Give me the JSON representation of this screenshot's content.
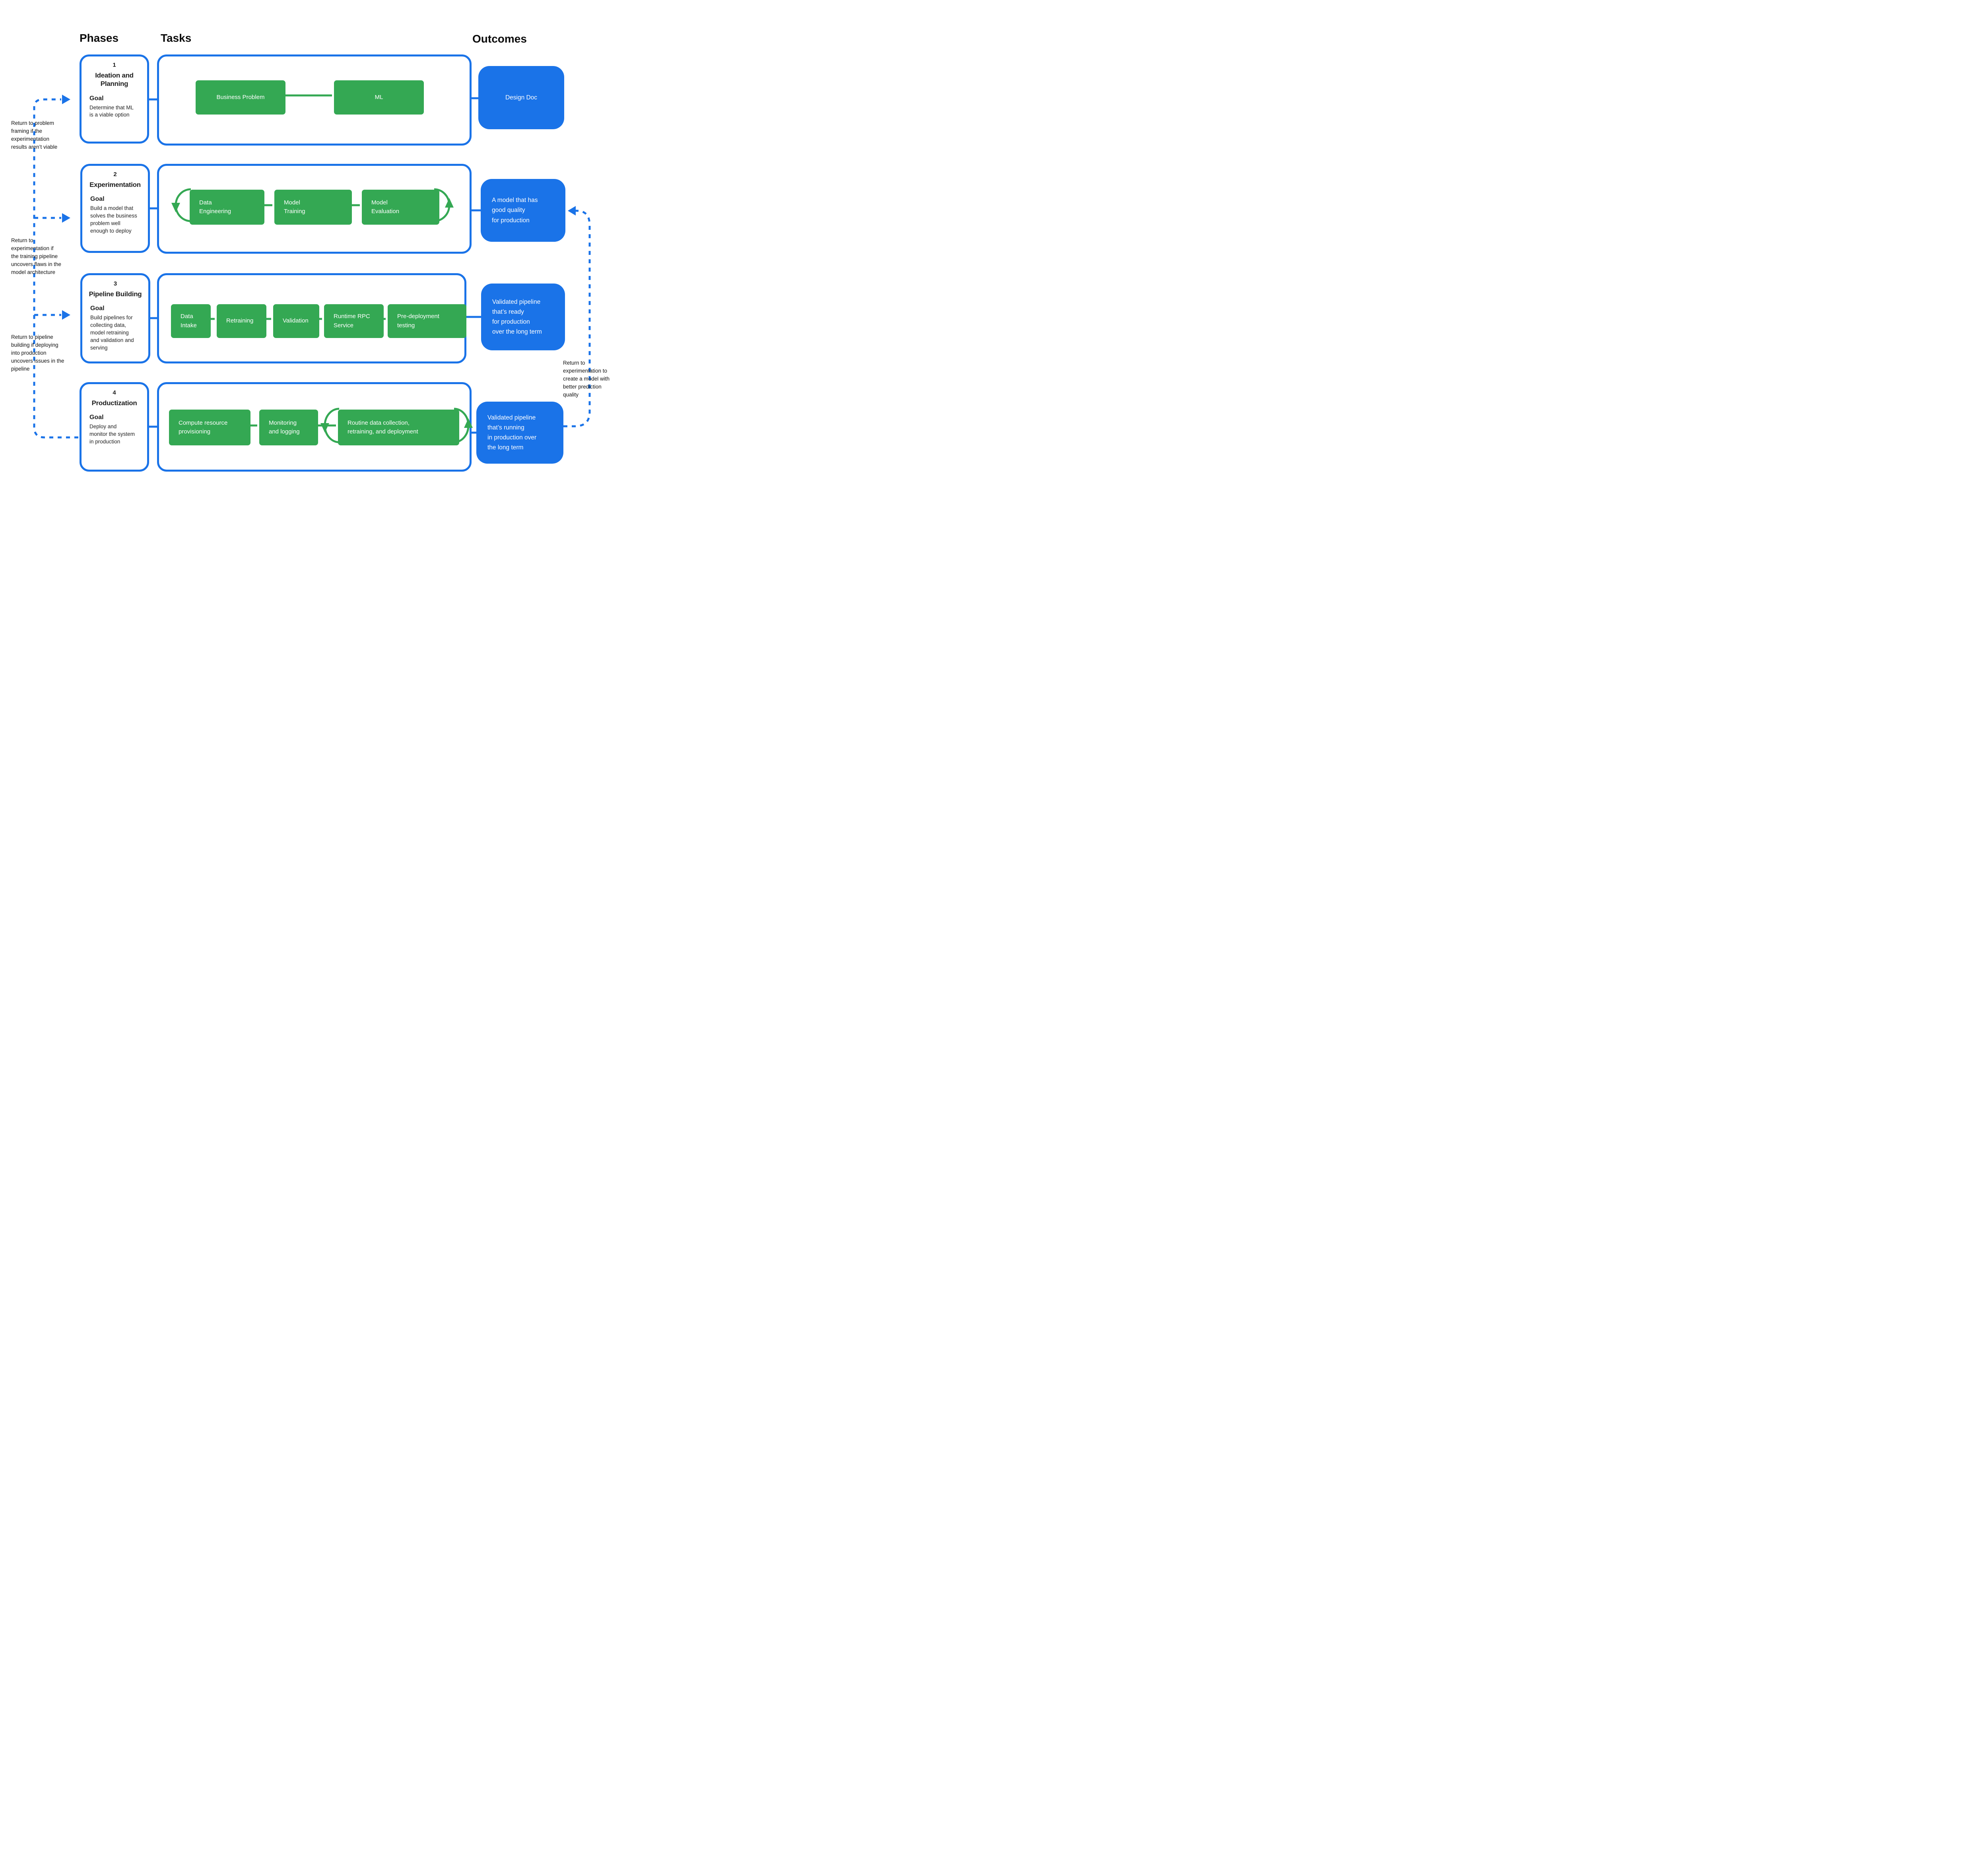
{
  "palette": {
    "accent_blue": "#1a73e8",
    "accent_green": "#34a853",
    "text_black": "#1f1f1f",
    "box_text_white": "#ffffff"
  },
  "headers": {
    "phases": "Phases",
    "tasks": "Tasks",
    "outcomes": "Outcomes"
  },
  "phases": [
    {
      "number": "1",
      "title": "Ideation and\nPlanning",
      "goal_label": "Goal",
      "goal_text": "Determine that ML\nis a viable option"
    },
    {
      "number": "2",
      "title": "Experimentation",
      "goal_label": "Goal",
      "goal_text": "Build a model that\nsolves the business\nproblem well\nenough to deploy"
    },
    {
      "number": "3",
      "title": "Pipeline Building",
      "goal_label": "Goal",
      "goal_text": "Build pipelines for\ncollecting data,\nmodel retraining\nand validation and\nserving"
    },
    {
      "number": "4",
      "title": "Productization",
      "goal_label": "Goal",
      "goal_text": "Deploy and\nmonitor the system\nin production"
    }
  ],
  "task_rows": [
    {
      "items": [
        "Business Problem",
        "ML"
      ]
    },
    {
      "items": [
        "Data\nEngineering",
        "Model\nTraining",
        "Model\nEvaluation"
      ]
    },
    {
      "items": [
        "Data\nIntake",
        "Retraining",
        "Validation",
        "Runtime RPC\nService",
        "Pre-deployment\ntesting"
      ]
    },
    {
      "items": [
        "Compute resource\nprovisioning",
        "Monitoring\nand logging",
        "Routine data collection,\nretraining, and deployment"
      ]
    }
  ],
  "outcomes": [
    {
      "text": "Design Doc"
    },
    {
      "text": "A model that has\ngood quality\nfor production"
    },
    {
      "text": "Validated pipeline\nthat’s ready\nfor production\nover the long term"
    },
    {
      "text": "Validated pipeline\nthat’s running\nin production over\nthe long term"
    }
  ],
  "feedback_notes": {
    "to_problem_framing": "Return to problem\nframing if the\nexperimentation\nresults aren’t viable",
    "to_experimentation": "Return to\nexperimentation if\nthe training pipeline\nuncovers flaws in the\nmodel architecture",
    "to_pipeline_building": "Return to pipeline\nbuilding if deploying\ninto production\nuncovers issues in the\npipeline",
    "to_experimentation_quality": "Return to\nexperimentation to\ncreate a model with\nbetter prediction\nquality"
  }
}
